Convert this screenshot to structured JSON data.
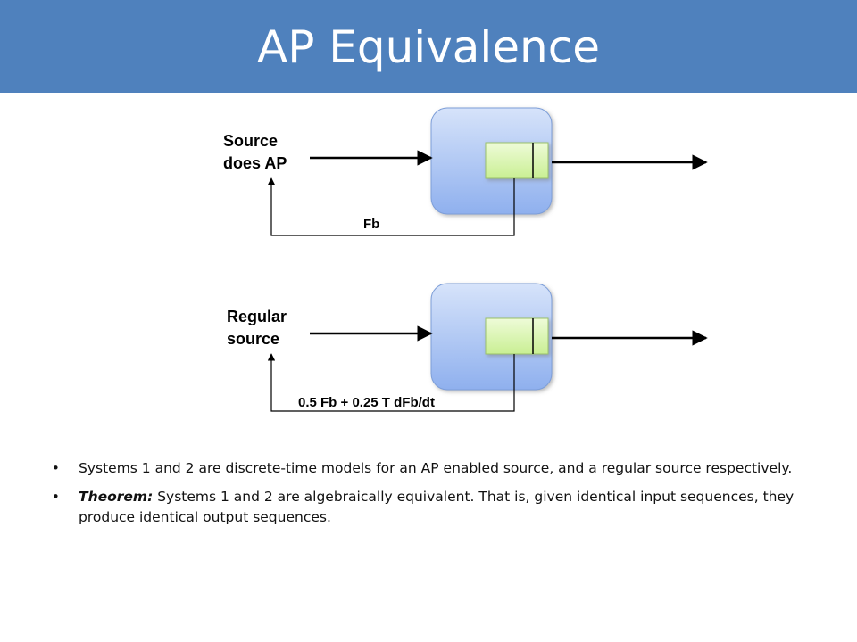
{
  "title": "AP Equivalence",
  "system1": {
    "input_label_line1": "Source",
    "input_label_line2": "does AP",
    "feedback_label": "Fb"
  },
  "system2": {
    "input_label_line1": "Regular",
    "input_label_line2": "source",
    "feedback_label": "0.5 Fb + 0.25 T dFb/dt"
  },
  "bullets": [
    {
      "label": "",
      "text": "Systems 1 and 2 are discrete-time models for an AP enabled source, and a regular source respectively."
    },
    {
      "label": "Theorem:",
      "text": " Systems 1 and 2 are algebraically equivalent. That is, given identical input sequences, they produce identical output sequences."
    }
  ],
  "colors": {
    "title_bar": "#4f81bd",
    "block_fill": "#a9c3f2",
    "register_fill": "#d5f5a8"
  }
}
